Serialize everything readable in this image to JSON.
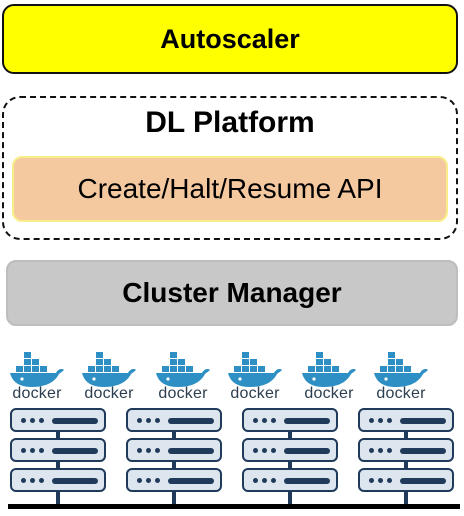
{
  "autoscaler": {
    "label": "Autoscaler"
  },
  "platform": {
    "title": "DL Platform",
    "api_label": "Create/Halt/Resume API"
  },
  "cluster_manager": {
    "label": "Cluster Manager"
  },
  "containers": [
    {
      "label": "docker",
      "icon": "docker-whale-icon"
    },
    {
      "label": "docker",
      "icon": "docker-whale-icon"
    },
    {
      "label": "docker",
      "icon": "docker-whale-icon"
    },
    {
      "label": "docker",
      "icon": "docker-whale-icon"
    },
    {
      "label": "docker",
      "icon": "docker-whale-icon"
    },
    {
      "label": "docker",
      "icon": "docker-whale-icon"
    }
  ],
  "server_racks": [
    {
      "icon": "server-rack-icon",
      "servers": 3
    },
    {
      "icon": "server-rack-icon",
      "servers": 3
    },
    {
      "icon": "server-rack-icon",
      "servers": 3
    },
    {
      "icon": "server-rack-icon",
      "servers": 3
    }
  ],
  "colors": {
    "autoscaler": "#ffff00",
    "api": "#f5c9a0",
    "cluster_manager": "#c8c8c8",
    "docker_whale": "#2d8fc4",
    "server": "#1f3a5a"
  }
}
